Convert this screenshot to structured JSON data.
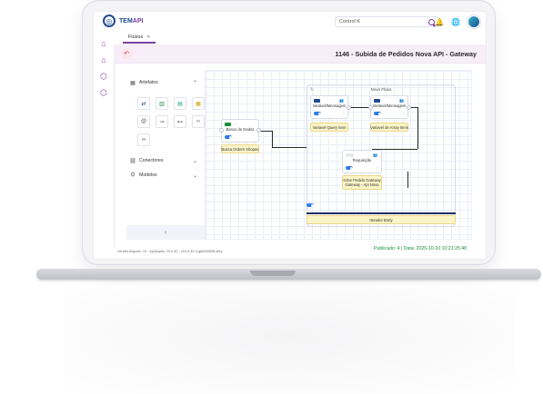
{
  "app": {
    "logo_text_prefix": "TEM",
    "logo_text_api": "API"
  },
  "search": {
    "placeholder": "Control K"
  },
  "tabs": [
    {
      "label": "Fluxos"
    }
  ],
  "page": {
    "title": "1146 - Subida de Pedidos Nova API - Gateway"
  },
  "artifacts_panel": {
    "title": "Artefatos",
    "sections": {
      "connectors": "Conectores",
      "models": "Modelos"
    }
  },
  "canvas": {
    "group_label": "Novo Fluxo",
    "nodes": {
      "db": {
        "title": "Banco de Dados"
      },
      "var1": {
        "title": "Variável/Mensagem"
      },
      "var2": {
        "title": "Variável/Mensagem"
      },
      "request": {
        "title": "Requisição"
      }
    },
    "notes": {
      "db": "Busca Ordem Shopee",
      "var1": "Variavel Query Item",
      "var2": "Variavel de Array Itens",
      "request_line1": "Sobe Pedido Gateway",
      "request_line2": "Gateway - Api Nova",
      "group_bottom": "Iterador Body"
    }
  },
  "status": {
    "published": "Publicado: 4 | Data: 2025-10-10 10:21:25:48"
  },
  "footer": {
    "version": "Versão Angular: 19 - Aplicação: 19.0.40 - v19.0.40-3-g8d265f0ff-dirty"
  },
  "icons": {
    "brand_color": "#7B3FA0",
    "accent_color": "#2F7BEA"
  }
}
